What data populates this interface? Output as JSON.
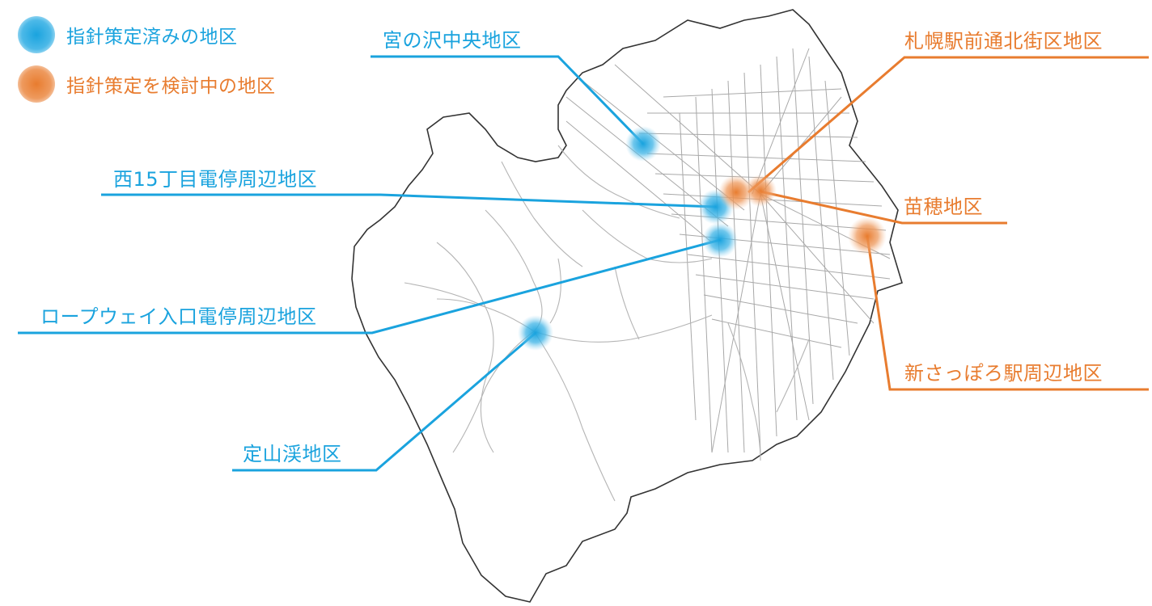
{
  "legend": {
    "done": {
      "label": "指針策定済みの地区",
      "color": "#1aa3de"
    },
    "considering": {
      "label": "指針策定を検討中の地区",
      "color": "#e87c2f"
    }
  },
  "districts": {
    "miyanosawa": {
      "label": "宮の沢中央地区",
      "status": "done"
    },
    "nishi15": {
      "label": "西15丁目電停周辺地区",
      "status": "done"
    },
    "ropeway": {
      "label": "ロープウェイ入口電停周辺地区",
      "status": "done"
    },
    "jozankei": {
      "label": "定山渓地区",
      "status": "done"
    },
    "sapporo_ekimae": {
      "label": "札幌駅前通北街区地区",
      "status": "considering"
    },
    "naebo": {
      "label": "苗穂地区",
      "status": "considering"
    },
    "shin_sapporo": {
      "label": "新さっぽろ駅周辺地区",
      "status": "considering"
    }
  }
}
